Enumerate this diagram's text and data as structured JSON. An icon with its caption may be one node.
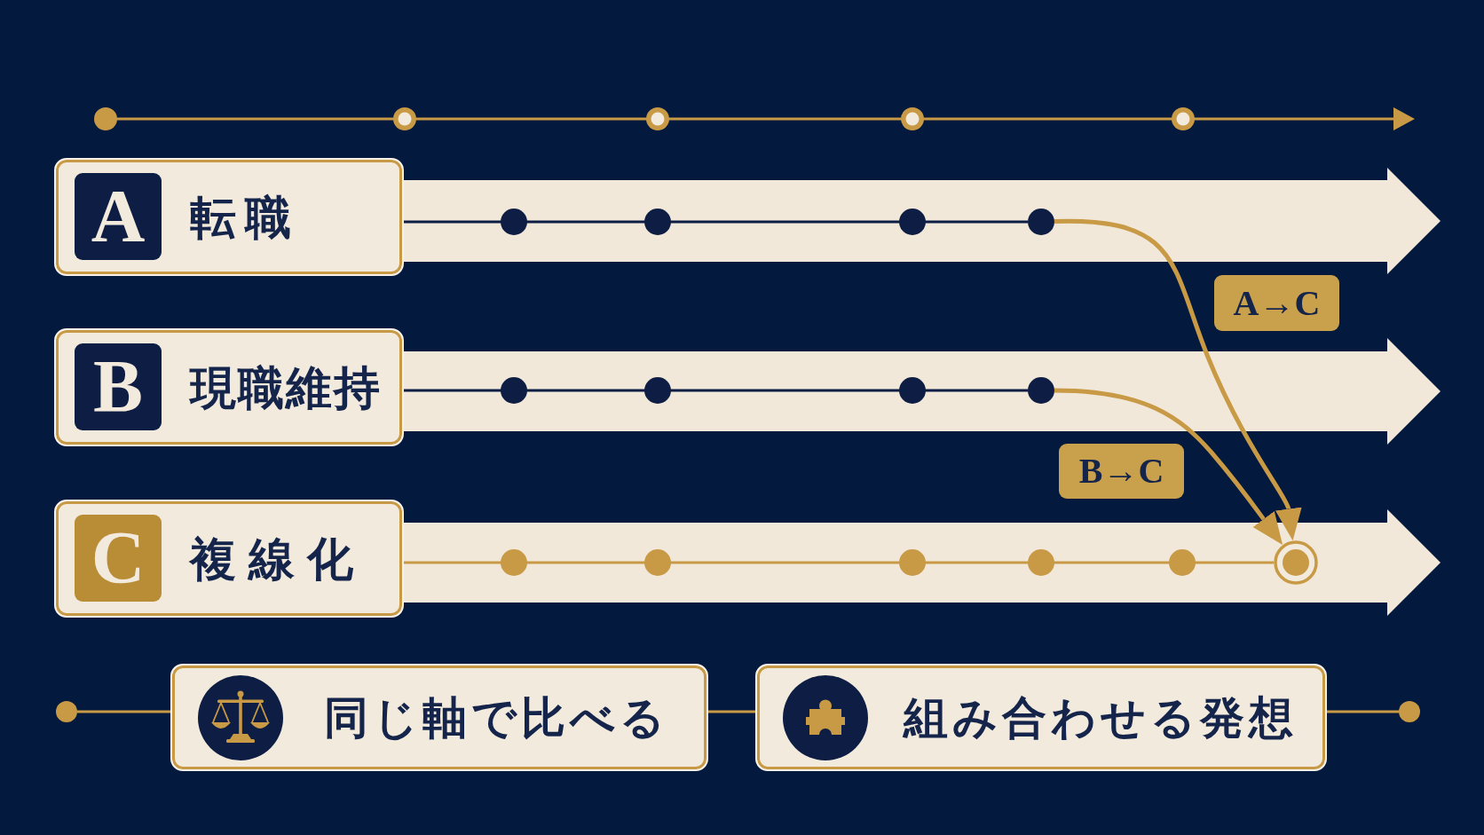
{
  "diagram": {
    "nodes": [
      {
        "text": [
          "転職"
        ]
      },
      {
        "text": [
          "A"
        ],
        "in": 0
      },
      {
        "text": [],
        "shape": "circle"
      },
      {
        "text": [
          "現職維持"
        ]
      },
      {
        "text": [
          "B"
        ],
        "in": 3
      },
      {
        "text": [],
        "shape": "circle"
      },
      {
        "text": [
          "複線化"
        ]
      },
      {
        "text": [
          "C"
        ],
        "in": 6
      },
      {
        "text": [],
        "shape": "circle"
      },
      {
        "text": [],
        "shape": "circle"
      },
      {
        "text": [
          "同じ軸で比べる"
        ]
      },
      {
        "text": [
          "組み合わせる発想"
        ]
      },
      {
        "text": [],
        "shape": "circle"
      }
    ],
    "edges": [
      {
        "from": 0,
        "to": 2,
        "arrow": "none",
        "color": "#0d1d43"
      },
      {
        "from": 3,
        "to": 5,
        "arrow": "none",
        "color": "#0d1d43"
      },
      {
        "from": 6,
        "to": 8,
        "arrow": "none"
      },
      {
        "from": 2,
        "to": 8,
        "arrow": "to",
        "label": "A→C"
      },
      {
        "from": 5,
        "to": 8,
        "arrow": "to",
        "label": "B→C"
      },
      {
        "from": 9,
        "to": 10,
        "arrow": "none"
      },
      {
        "from": 10,
        "to": 11,
        "arrow": "none"
      },
      {
        "from": 11,
        "to": 12,
        "arrow": "none"
      }
    ]
  }
}
